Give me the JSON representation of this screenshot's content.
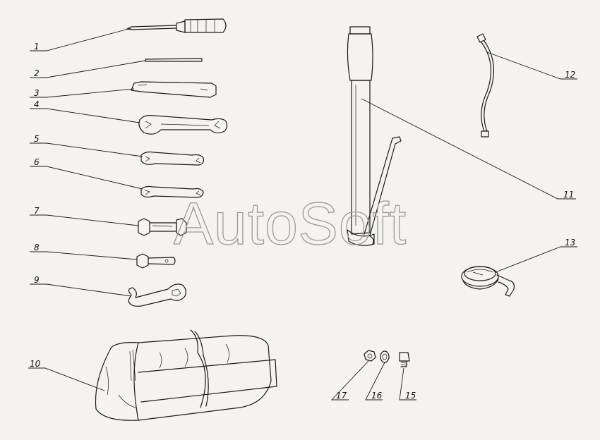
{
  "watermark": "AutoSoft",
  "callouts": [
    "1",
    "2",
    "3",
    "4",
    "5",
    "6",
    "7",
    "8",
    "9",
    "10",
    "11",
    "12",
    "13",
    "15",
    "16",
    "17"
  ]
}
